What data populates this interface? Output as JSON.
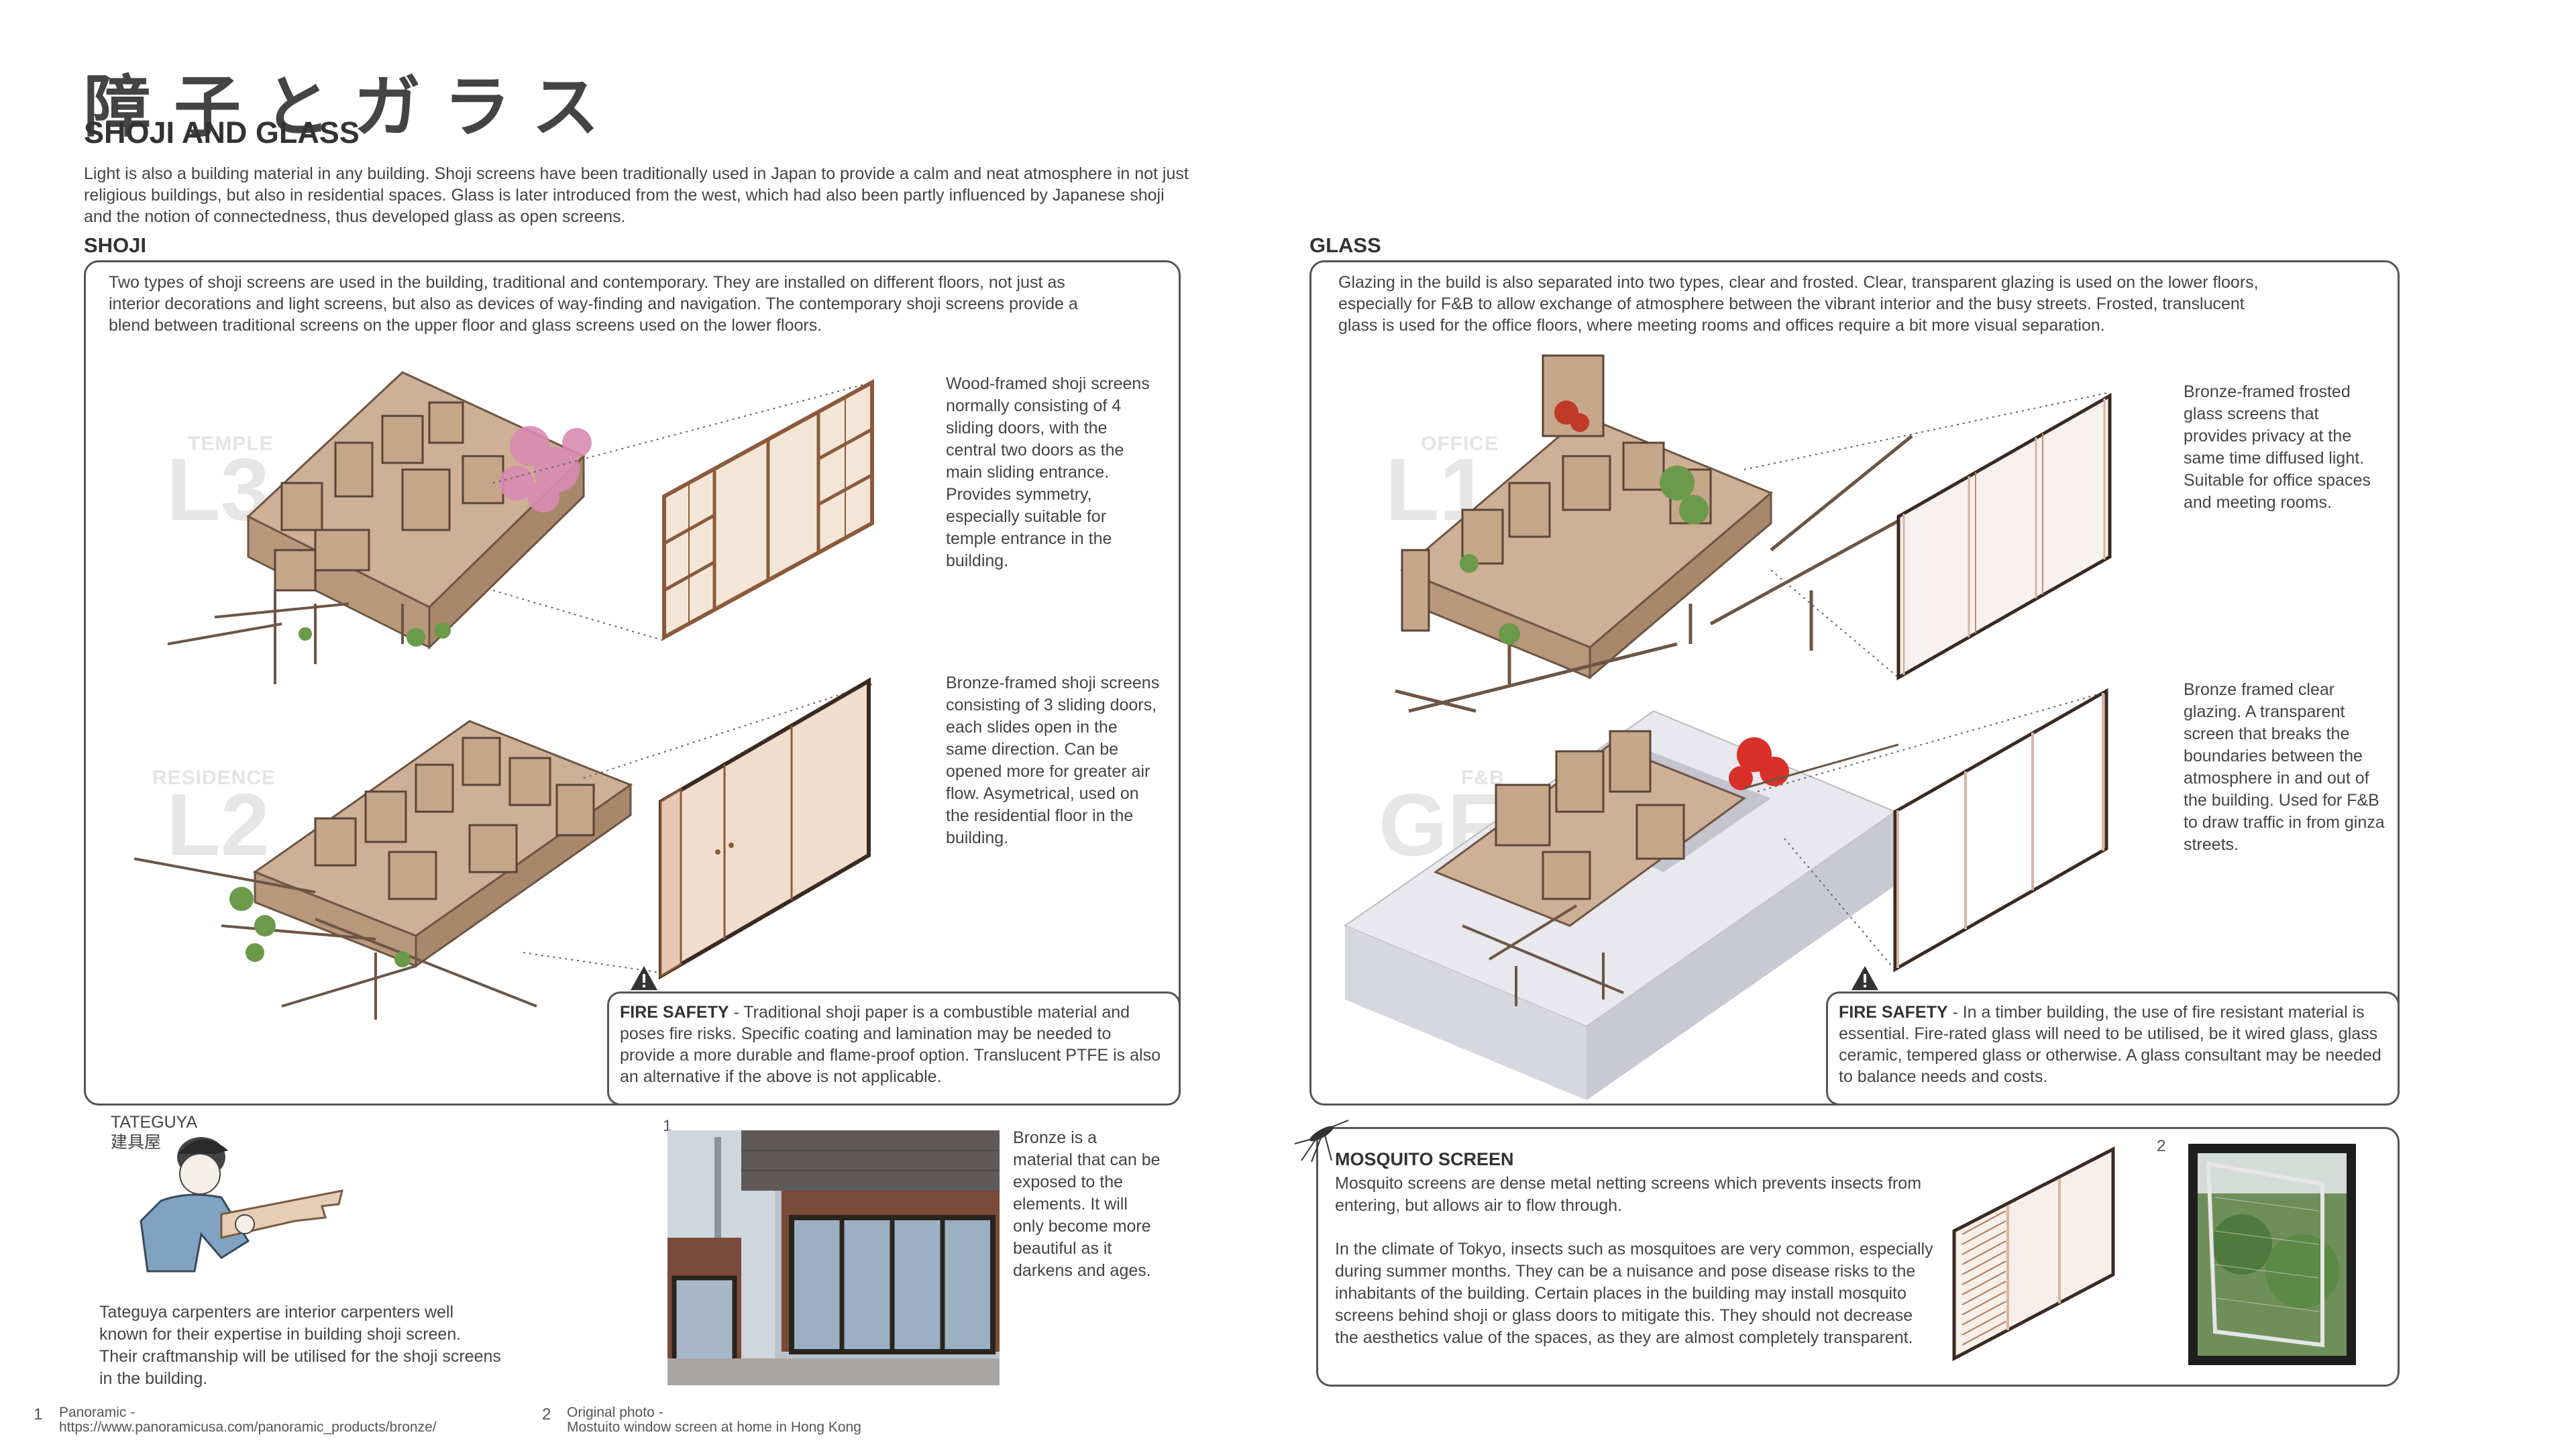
{
  "header": {
    "title_jp": "障子とガラス",
    "title_en": "SHOJI AND GLASS",
    "intro": "Light is also a building material in any building. Shoji screens have been traditionally used in Japan to provide a calm and neat atmosphere in not just religious buildings, but also in residential spaces. Glass is later introduced from the west, which had also been partly influenced by Japanese shoji and the notion of connectedness, thus developed glass as open screens."
  },
  "shoji": {
    "title": "SHOJI",
    "intro": "Two types of shoji screens are used in the building, traditional and contemporary. They are installed on different floors, not just as interior decorations and light screens, but also as devices of way-finding and navigation. The contemporary shoji screens provide a blend between traditional screens on the upper floor and glass screens used on the lower floors.",
    "levels": [
      {
        "tag": "TEMPLE",
        "num": "L3",
        "desc": "Wood-framed shoji screens normally consisting of 4 sliding doors, with the central two doors as the main sliding entrance. Provides symmetry, especially suitable for temple entrance in the building."
      },
      {
        "tag": "RESIDENCE",
        "num": "L2",
        "desc": "Bronze-framed shoji screens consisting of 3 sliding doors, each slides open in the same direction. Can be opened more for greater air flow. Asymetrical, used on the residential floor in the building."
      }
    ],
    "fire": {
      "label": "FIRE SAFETY",
      "text": " - Traditional shoji paper is a combustible material and poses fire risks. Specific coating and lamination may be needed to provide a more durable and flame-proof option. Translucent PTFE is also an alternative if the above is not applicable."
    }
  },
  "glass": {
    "title": "GLASS",
    "intro": "Glazing in the build is also separated into two types, clear and frosted. Clear, transparent glazing is used on the lower floors, especially for F&B to allow exchange of atmosphere between the vibrant interior and the busy streets. Frosted, translucent glass is used for the office floors, where meeting rooms and offices require a bit more visual separation.",
    "levels": [
      {
        "tag": "OFFICE",
        "num": "L1",
        "desc": "Bronze-framed frosted glass screens that provides privacy at the same time diffused light. Suitable for office spaces and meeting rooms."
      },
      {
        "tag": "F&B",
        "num": "GF",
        "desc": "Bronze framed clear glazing. A transparent screen that breaks the boundaries between the atmosphere in and out of the building. Used for F&B to draw traffic in from ginza streets."
      }
    ],
    "fire": {
      "label": "FIRE SAFETY",
      "text": " - In a timber building, the use of fire resistant material is essential. Fire-rated glass will need to be utilised, be it wired glass, glass ceramic, tempered glass or otherwise. A glass consultant may be needed to balance needs and costs."
    }
  },
  "tateguya": {
    "label_en": "TATEGUYA",
    "label_jp": "建具屋",
    "desc": "Tateguya carpenters are interior carpenters well known for their expertise in building shoji screen. Their craftmanship will be utilised for the shoji screens in the building."
  },
  "bronze": {
    "ref": "1",
    "desc": "Bronze is a material that can be exposed to the elements. It will only become more beautiful as it darkens and ages."
  },
  "mosquito": {
    "title": "MOSQUITO SCREEN",
    "p1": "Mosquito screens are dense metal netting screens which prevents insects from entering, but allows air to flow through.",
    "p2": "In the climate of Tokyo, insects such as mosquitoes are very common, especially during summer months. They can be a nuisance and pose disease risks to the inhabitants of the building. Certain places in the building may install mosquito screens behind shoji or glass doors to mitigate this. They should not decrease the aesthetics value of the spaces, as they are almost completely transparent.",
    "ref": "2"
  },
  "footnotes": [
    {
      "num": "1",
      "line1": "Panoramic -",
      "line2": "https://www.panoramicusa.com/panoramic_products/bronze/"
    },
    {
      "num": "2",
      "line1": "Original photo -",
      "line2": "Mostuito window screen at home in Hong Kong"
    }
  ],
  "colors": {
    "wood": "#c9a98c",
    "bronze": "#b07a5a",
    "dark_frame": "#3a2a22",
    "blossom": "#d98bb2",
    "maple": "#d9302a",
    "foliage": "#6a9a4a",
    "panel_border": "#555555"
  }
}
